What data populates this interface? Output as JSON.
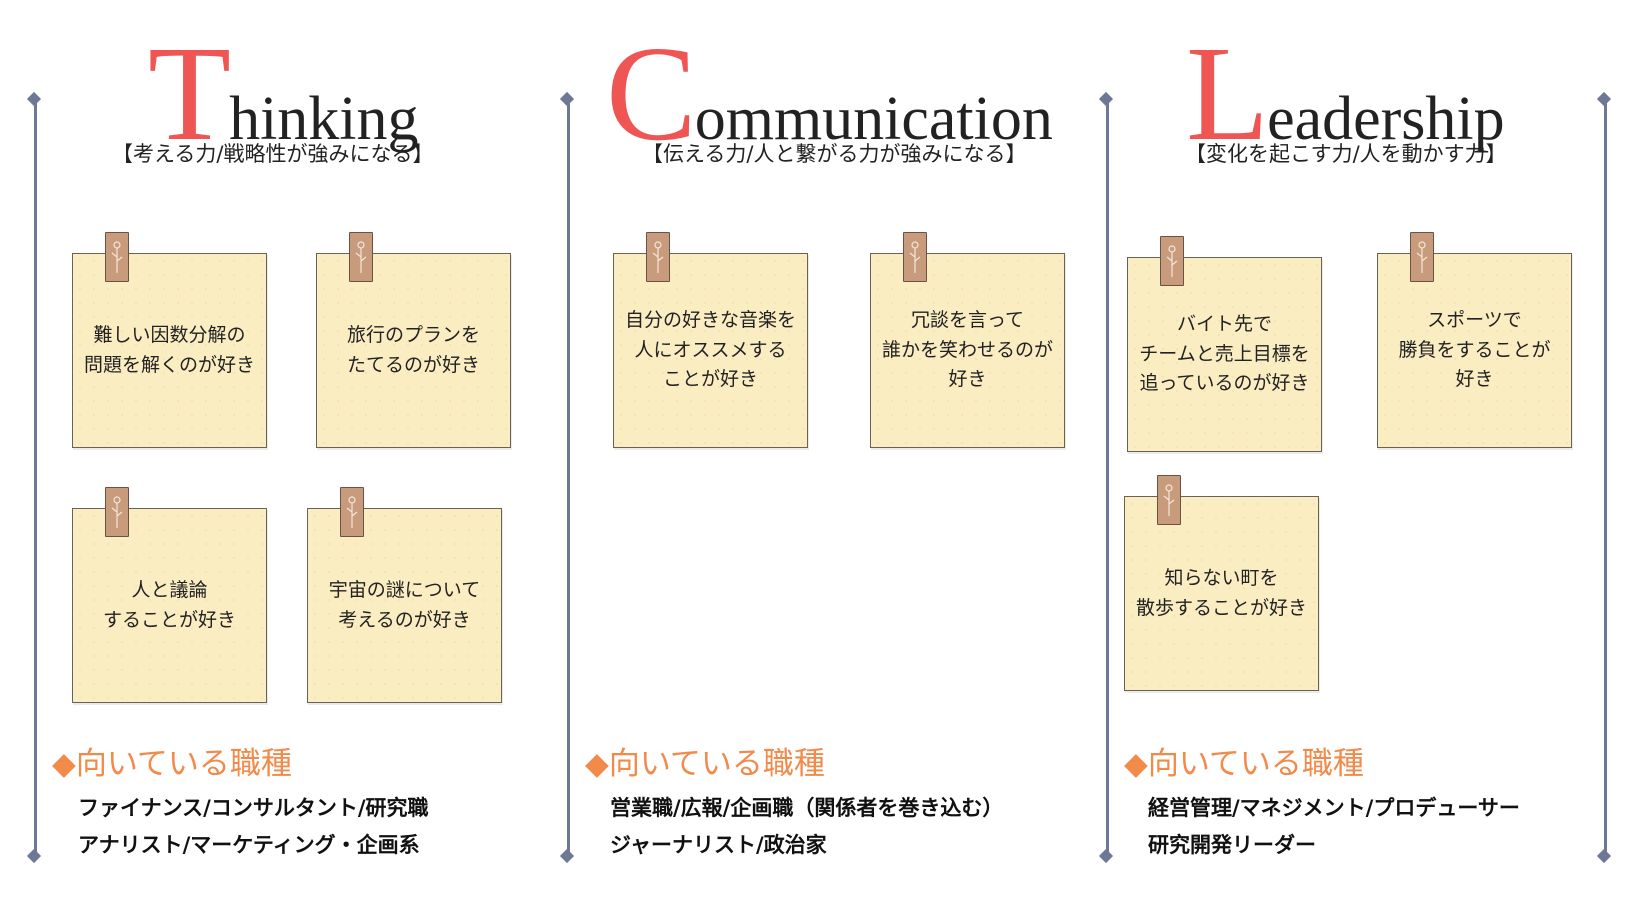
{
  "columns": [
    {
      "initial": "T",
      "rest": "hinking",
      "subtitle": "【考える力/戦略性が強みになる】",
      "notes": [
        "難しい因数分解の\n問題を解くのが好き",
        "旅行のプランを\nたてるのが好き",
        "人と議論\nすることが好き",
        "宇宙の謎について\n考えるのが好き"
      ],
      "jobs_title": "◆向いている職種",
      "jobs": "ファイナンス/コンサルタント/研究職\nアナリスト/マーケティング・企画系"
    },
    {
      "initial": "C",
      "rest": "ommunication",
      "subtitle": "【伝える力/人と繋がる力が強みになる】",
      "notes": [
        "自分の好きな音楽を\n人にオススメする\nことが好き",
        "冗談を言って\n誰かを笑わせるのが\n好き"
      ],
      "jobs_title": "◆向いている職種",
      "jobs": "営業職/広報/企画職（関係者を巻き込む）\nジャーナリスト/政治家"
    },
    {
      "initial": "L",
      "rest": "eadership",
      "subtitle": "【変化を起こす力/人を動かす力】",
      "notes": [
        "バイト先で\nチームと売上目標を\n追っているのが好き",
        "スポーツで\n勝負をすることが\n好き",
        "知らない町を\n散歩することが好き"
      ],
      "jobs_title": "◆向いている職種",
      "jobs": "経営管理/マネジメント/プロデューサー\n研究開発リーダー"
    }
  ],
  "colors": {
    "accent_red": "#ee5553",
    "accent_orange": "#f28a4a",
    "note_bg": "#fbedc2",
    "tape": "#c99b7d",
    "rule": "#6d7896"
  },
  "icons": {
    "tape": "flower-tape-icon",
    "bullet": "diamond"
  }
}
